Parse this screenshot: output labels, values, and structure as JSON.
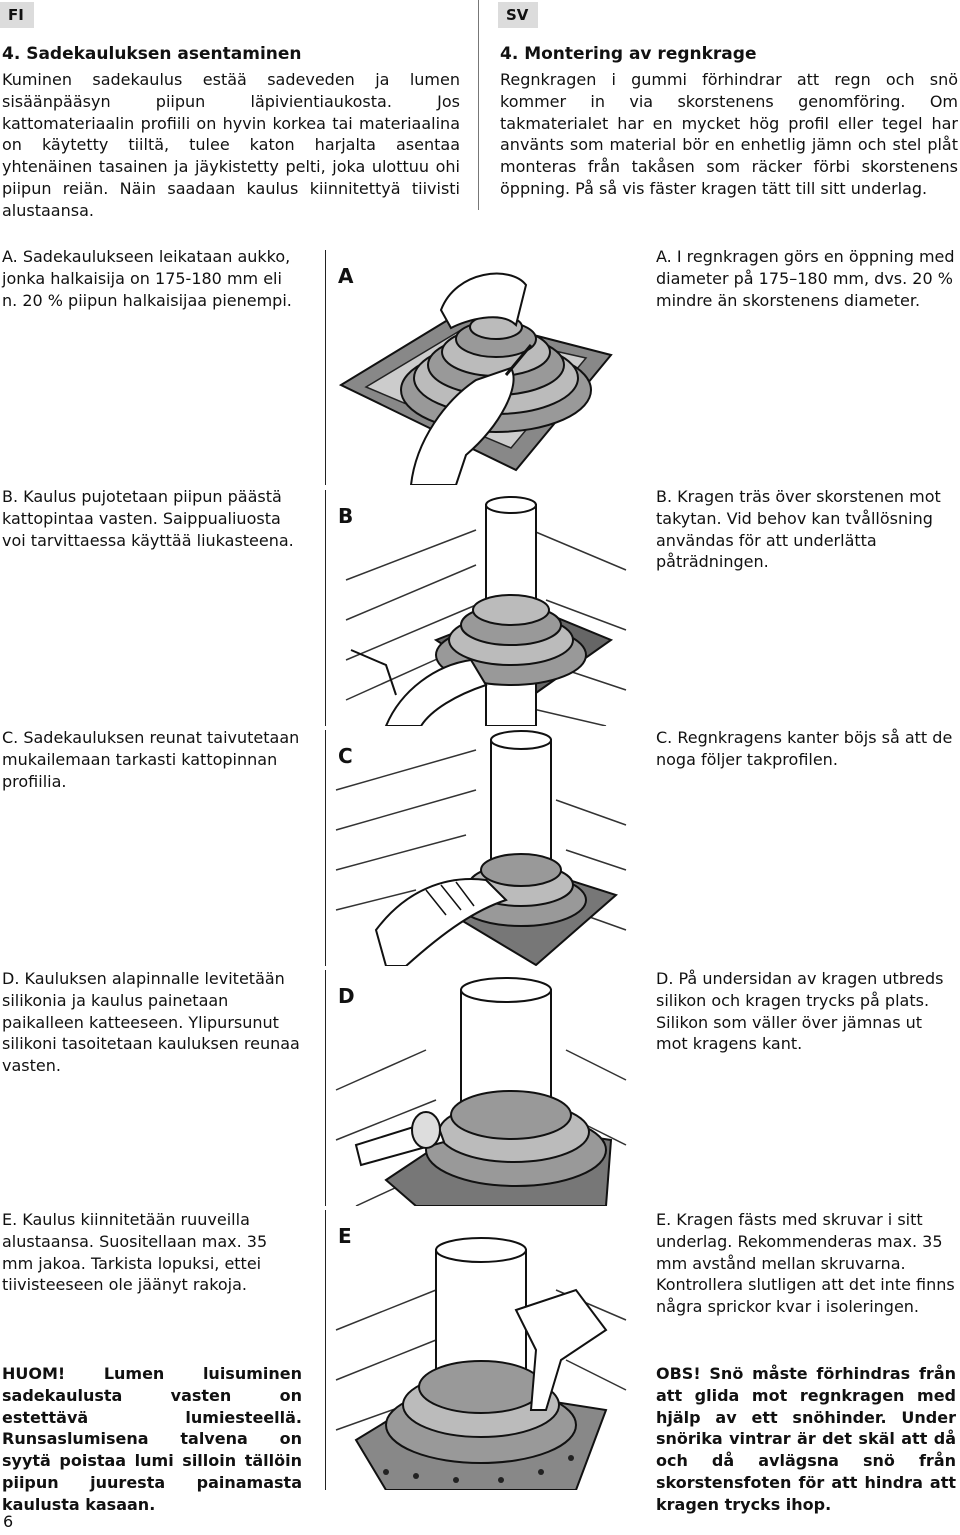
{
  "lang": {
    "fi": "FI",
    "sv": "SV"
  },
  "fi": {
    "title": "4. Sadekauluksen asentaminen",
    "intro": "Kuminen sadekaulus estää sadeveden ja lumen sisäänpääsyn piipun läpivientiaukosta. Jos kattomateriaalin profiili on hyvin korkea tai materiaalina on käytetty tiiltä, tulee katon harjalta asentaa yhtenäinen tasainen ja jäykistetty pelti, joka ulottuu ohi piipun reiän. Näin saadaan kaulus kiinnitettyä tiivisti alustaansa.",
    "steps": [
      "A. Sadekaulukseen leikataan aukko, jonka halkaisija on 175-180 mm eli n. 20 % piipun halkaisijaa pienempi.",
      "B. Kaulus pujotetaan piipun päästä kattopintaa vasten. Saippualiuosta voi tarvittaessa käyttää liukasteena.",
      "C. Sadekauluksen reunat taivutetaan mukailemaan tarkasti kattopinnan profiilia.",
      "D. Kauluksen alapinnalle levitetään silikonia ja kaulus painetaan paikalleen katteeseen. Ylipursunut silikoni tasoitetaan kauluksen reunaa vasten.",
      "E. Kaulus kiinnitetään ruuveilla alustaansa. Suositellaan max. 35 mm jakoa. Tarkista lopuksi, ettei tiivisteeseen ole jäänyt rakoja."
    ],
    "note": "HUOM! Lumen luisuminen sadekaulusta vasten on estettävä lumiesteellä. Runsaslumisena talvena on syytä poistaa lumi silloin tällöin piipun juuresta painamasta kaulusta kasaan."
  },
  "sv": {
    "title": "4. Montering av regnkrage",
    "intro": "Regnkragen i gummi förhindrar att regn och snö kommer in via skorstenens genomföring. Om takmaterialet har en mycket hög profil eller tegel har använts som material bör en enhetlig jämn och stel plåt monteras från takåsen som räcker förbi skorstenens öppning. På så vis fäster kragen tätt till sitt underlag.",
    "steps": [
      "A. I regnkragen görs en öppning med diameter på 175–180 mm, dvs. 20 % mindre än skorstenens diameter.",
      "B. Kragen träs över skorstenen mot takytan. Vid behov kan tvållösning användas för att underlätta påträdningen.",
      "C. Regnkragens kanter böjs så att de noga följer takprofilen.",
      "D. På undersidan av kragen utbreds silikon och kragen trycks på plats. Silikon som väller över jämnas ut mot kragens kant.",
      "E. Kragen fästs med skruvar i sitt underlag. Rekommenderas max. 35 mm avstånd mellan skruvarna. Kontrollera slutligen att det inte finns några sprickor kvar i isoleringen."
    ],
    "note": "OBS! Snö måste förhindras från att glida mot regnkragen med hjälp av ett snöhinder. Under snörika vintrar är det skäl att då och då avlägsna snö från skorstensfoten för att hindra att kragen trycks ihop."
  },
  "figures": {
    "labels": [
      "A",
      "B",
      "C",
      "D",
      "E"
    ]
  },
  "page_number": "6"
}
